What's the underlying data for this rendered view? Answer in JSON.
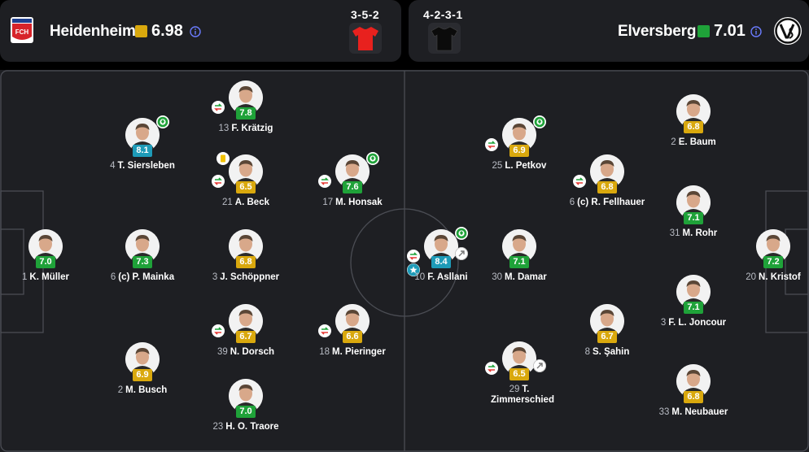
{
  "home": {
    "name": "Heidenheim",
    "rating": "6.98",
    "rating_color": "#d9a80d",
    "formation": "3-5-2",
    "kit_color": "#e8211e",
    "logo_text": "FCH",
    "logo_color": "#d7232a"
  },
  "away": {
    "name": "Elversberg",
    "rating": "7.01",
    "rating_color": "#1fa239",
    "formation": "4-2-3-1",
    "kit_color": "#111111"
  },
  "players": [
    {
      "num": "1",
      "name": "K. Müller",
      "rating": "7.0",
      "color": "green",
      "icons": []
    },
    {
      "num": "4",
      "name": "T. Siersleben",
      "rating": "8.1",
      "color": "teal",
      "icons": [
        "goal"
      ]
    },
    {
      "num": "6",
      "name": "(c) P. Mainka",
      "rating": "7.3",
      "color": "green",
      "icons": []
    },
    {
      "num": "2",
      "name": "M. Busch",
      "rating": "6.9",
      "color": "yellow",
      "icons": []
    },
    {
      "num": "13",
      "name": "F. Krätzig",
      "rating": "7.8",
      "color": "green",
      "icons": [
        "sub-out"
      ]
    },
    {
      "num": "21",
      "name": "A. Beck",
      "rating": "6.5",
      "color": "yellow",
      "icons": [
        "yellow-card",
        "sub-out"
      ]
    },
    {
      "num": "3",
      "name": "J. Schöppner",
      "rating": "6.8",
      "color": "yellow",
      "icons": []
    },
    {
      "num": "39",
      "name": "N. Dorsch",
      "rating": "6.7",
      "color": "yellow",
      "icons": [
        "sub-out"
      ]
    },
    {
      "num": "23",
      "name": "H. O. Traore",
      "rating": "7.0",
      "color": "green",
      "icons": []
    },
    {
      "num": "17",
      "name": "M. Honsak",
      "rating": "7.6",
      "color": "green",
      "icons": [
        "sub-out",
        "goal"
      ]
    },
    {
      "num": "18",
      "name": "M. Pieringer",
      "rating": "6.6",
      "color": "yellow",
      "icons": [
        "sub-out"
      ]
    },
    {
      "num": "20",
      "name": "N. Kristof",
      "rating": "7.2",
      "color": "green",
      "icons": []
    },
    {
      "num": "2",
      "name": "E. Baum",
      "rating": "6.8",
      "color": "yellow",
      "icons": []
    },
    {
      "num": "31",
      "name": "M. Rohr",
      "rating": "7.1",
      "color": "green",
      "icons": []
    },
    {
      "num": "3",
      "name": "F. L. Joncour",
      "rating": "7.1",
      "color": "green",
      "icons": []
    },
    {
      "num": "33",
      "name": "M. Neubauer",
      "rating": "6.8",
      "color": "yellow",
      "icons": []
    },
    {
      "num": "25",
      "name": "L. Petkov",
      "rating": "6.9",
      "color": "yellow",
      "icons": [
        "sub-out",
        "goal"
      ]
    },
    {
      "num": "6",
      "name": "(c) R. Fellhauer",
      "rating": "6.8",
      "color": "yellow",
      "icons": [
        "sub-out"
      ]
    },
    {
      "num": "30",
      "name": "M. Damar",
      "rating": "7.1",
      "color": "green",
      "icons": []
    },
    {
      "num": "8",
      "name": "S. Şahin",
      "rating": "6.7",
      "color": "yellow",
      "icons": []
    },
    {
      "num": "10",
      "name": "F. Asllani",
      "rating": "8.4",
      "color": "teal",
      "icons": [
        "sub-out",
        "goal",
        "star",
        "assist"
      ]
    },
    {
      "num": "29",
      "name": "T. Zimmerschied",
      "rating": "6.5",
      "color": "yellow",
      "icons": [
        "sub-out",
        "assist"
      ]
    }
  ]
}
